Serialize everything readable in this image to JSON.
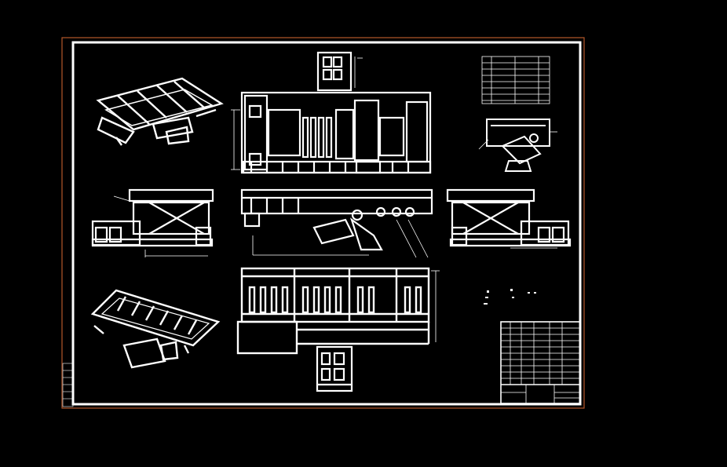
{
  "drawing": {
    "background": "#000000",
    "line_color": "#ffffff",
    "border_color": "#b5582a",
    "title_block": {
      "title_text": "",
      "scale_text": ""
    },
    "views": [
      "isometric-top",
      "front-elevation",
      "top-detail",
      "side-left",
      "center-section",
      "side-right",
      "isometric-bottom",
      "plan-bottom",
      "detail-small",
      "parts-table",
      "side-detail"
    ]
  }
}
